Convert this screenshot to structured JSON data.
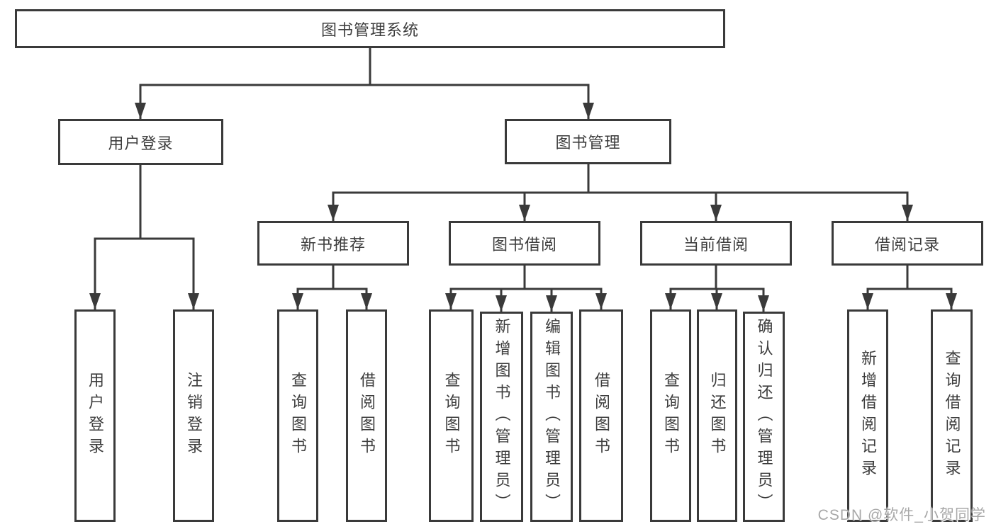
{
  "diagram": {
    "type": "hierarchy-tree",
    "title": "图书管理系统",
    "watermark": "CSDN @软件_小贺同学",
    "colors": {
      "line": "#3a3a3a",
      "box_border": "#3a3a3a",
      "box_background": "#ffffff",
      "text": "#3d3d3d",
      "watermark": "#9e9e9e"
    },
    "nodes": {
      "root": {
        "label": "图书管理系统",
        "level": 1
      },
      "user_login": {
        "label": "用户登录",
        "level": 2,
        "parent": "root"
      },
      "book_management": {
        "label": "图书管理",
        "level": 2,
        "parent": "root"
      },
      "new_book_recommend": {
        "label": "新书推荐",
        "level": 3,
        "parent": "book_management"
      },
      "book_borrow": {
        "label": "图书借阅",
        "level": 3,
        "parent": "book_management"
      },
      "current_borrow": {
        "label": "当前借阅",
        "level": 3,
        "parent": "book_management"
      },
      "borrow_record": {
        "label": "借阅记录",
        "level": 3,
        "parent": "book_management"
      },
      "leaf_user_login": {
        "label": "用户登录",
        "level": 4,
        "parent": "user_login"
      },
      "leaf_logout": {
        "label": "注销登录",
        "level": 4,
        "parent": "user_login"
      },
      "leaf_nb_query": {
        "label": "查询图书",
        "level": 4,
        "parent": "new_book_recommend"
      },
      "leaf_nb_borrow": {
        "label": "借阅图书",
        "level": 4,
        "parent": "new_book_recommend"
      },
      "leaf_bb_query": {
        "label": "查询图书",
        "level": 4,
        "parent": "book_borrow"
      },
      "leaf_bb_add": {
        "label": "新增图书（管理员）",
        "level": 4,
        "parent": "book_borrow"
      },
      "leaf_bb_edit": {
        "label": "编辑图书（管理员）",
        "level": 4,
        "parent": "book_borrow"
      },
      "leaf_bb_borrow": {
        "label": "借阅图书",
        "level": 4,
        "parent": "book_borrow"
      },
      "leaf_cb_query": {
        "label": "查询图书",
        "level": 4,
        "parent": "current_borrow"
      },
      "leaf_cb_return": {
        "label": "归还图书",
        "level": 4,
        "parent": "current_borrow"
      },
      "leaf_cb_confirm": {
        "label": "确认归还（管理员）",
        "level": 4,
        "parent": "current_borrow"
      },
      "leaf_br_add": {
        "label": "新增借阅记录",
        "level": 4,
        "parent": "borrow_record"
      },
      "leaf_br_query": {
        "label": "查询借阅记录",
        "level": 4,
        "parent": "borrow_record"
      }
    }
  }
}
